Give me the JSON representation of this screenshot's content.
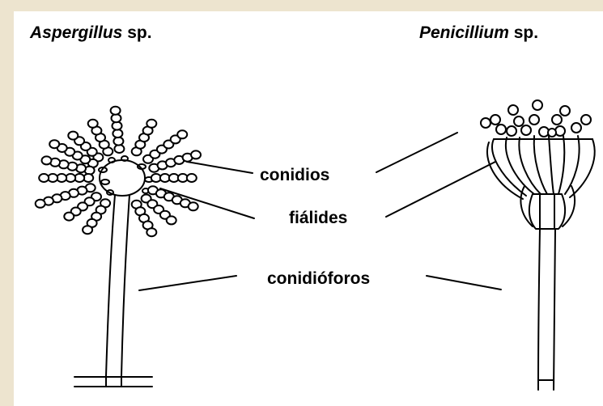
{
  "titles": {
    "left": {
      "genus": "Aspergillus",
      "suffix": " sp."
    },
    "right": {
      "genus": "Penicillium",
      "suffix": " sp."
    }
  },
  "labels": {
    "conidia": "conidios",
    "phialides": "fiálides",
    "conidiophores": "conidióforos"
  },
  "colors": {
    "background": "#EDE4CF",
    "panel": "#FFFFFF",
    "ink": "#000000"
  }
}
